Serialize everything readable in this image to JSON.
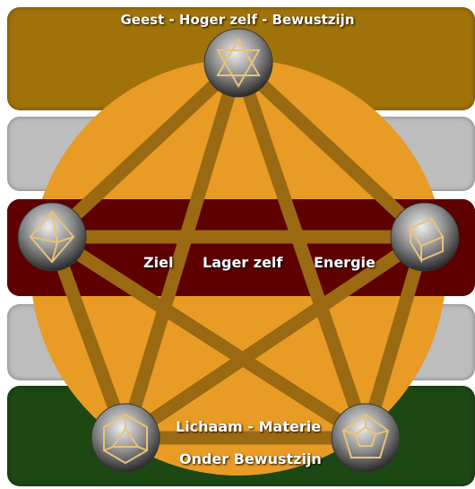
{
  "labels": {
    "top": "Geest - Hoger zelf - Bewustzijn",
    "ziel": "Ziel",
    "lager": "Lager zelf",
    "energie": "Energie",
    "lichaam": "Lichaam - Materie",
    "onder": "Onder Bewustzijn"
  },
  "colors": {
    "top_band": "#a0720a",
    "grey_band": "#bdbdbd",
    "middle_band": "#5e0000",
    "bottom_band": "#1d4713",
    "circle": "#e89b25",
    "star_lines": "#9a6a12"
  },
  "nodes": [
    {
      "id": "tetrahedron",
      "icon": "star-tetrahedron-icon"
    },
    {
      "id": "octahedron",
      "icon": "octahedron-icon"
    },
    {
      "id": "cube",
      "icon": "cube-icon"
    },
    {
      "id": "icosahedron",
      "icon": "icosahedron-icon"
    },
    {
      "id": "dodecahedron",
      "icon": "dodecahedron-icon"
    }
  ]
}
